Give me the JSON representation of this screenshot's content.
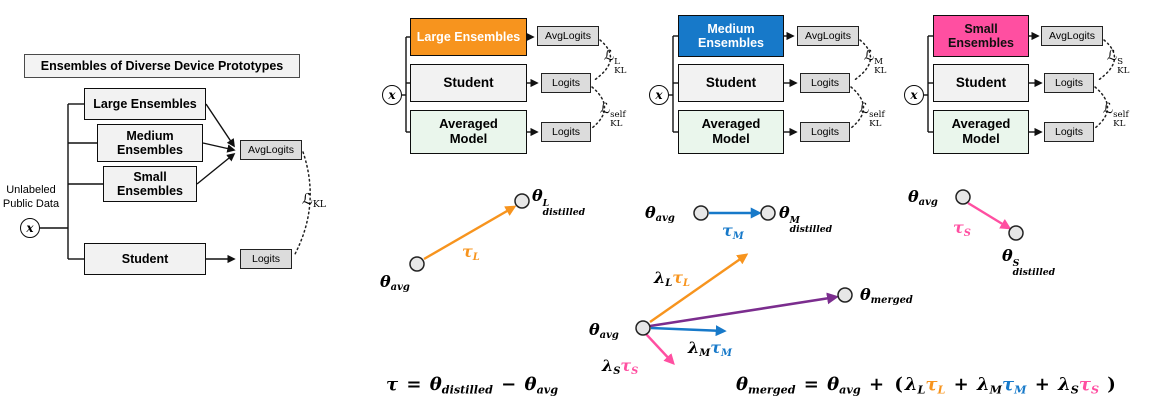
{
  "colors": {
    "large": "#F7941E",
    "medium": "#1779C9",
    "small": "#FF4FA1",
    "merged": "#7B2D8E",
    "box_bg": "#F2F2F2",
    "logits_bg": "#DCDCDC",
    "averaged_bg": "#EAF6EC",
    "title_bg": "#F3F3F3"
  },
  "symbols": {
    "x": "x",
    "theta": "θ",
    "tau": "τ",
    "lambda": "λ",
    "loss": "ℒ",
    "equals": "=",
    "plus": "+",
    "minus": "−",
    "lparen": "(",
    "rparen": ")"
  },
  "labels": {
    "avg": "avg",
    "distilled": "distilled",
    "merged": "merged",
    "L": "L",
    "M": "M",
    "S": "S",
    "KL": "KL",
    "self": "self"
  },
  "left_panel": {
    "title": "Ensembles of Diverse Device Prototypes",
    "large_box": "Large Ensembles",
    "medium_box": "Medium Ensembles",
    "small_box": "Small Ensembles",
    "student_box": "Student",
    "input_line1": "Unlabeled",
    "input_line2": "Public Data",
    "avglogits": "AvgLogits",
    "logits": "Logits"
  },
  "panels": [
    {
      "ensemble": "Large Ensembles",
      "student": "Student",
      "averaged_line1": "Averaged",
      "averaged_line2": "Model",
      "avglogits": "AvgLogits",
      "logits_student": "Logits",
      "logits_averaged": "Logits"
    },
    {
      "ensemble": "Medium Ensembles",
      "student": "Student",
      "averaged_line1": "Averaged",
      "averaged_line2": "Model",
      "avglogits": "AvgLogits",
      "logits_student": "Logits",
      "logits_averaged": "Logits"
    },
    {
      "ensemble": "Small Ensembles",
      "student": "Student",
      "averaged_line1": "Averaged",
      "averaged_line2": "Model",
      "avglogits": "AvgLogits",
      "logits_student": "Logits",
      "logits_averaged": "Logits"
    }
  ]
}
